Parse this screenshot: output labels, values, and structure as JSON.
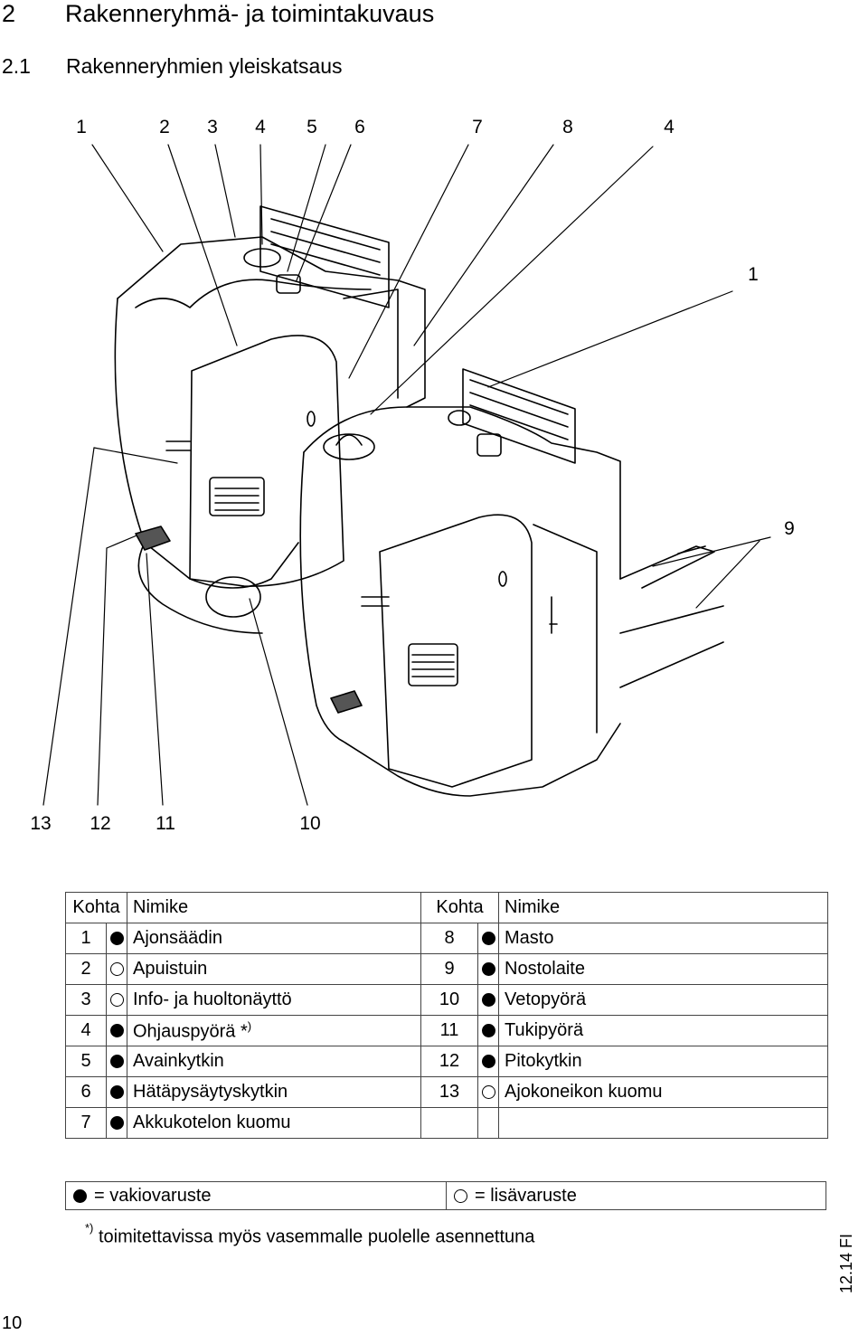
{
  "heading": {
    "number": "2",
    "title": "Rakenneryhmä- ja toimintakuvaus"
  },
  "subheading": {
    "number": "2.1",
    "title": "Rakenneryhmien yleiskatsaus"
  },
  "figure": {
    "callouts_top": [
      "1",
      "2",
      "3",
      "4",
      "5",
      "6",
      "7",
      "8",
      "4"
    ],
    "callouts_right": [
      "1",
      "9"
    ],
    "callouts_bottom": [
      "13",
      "12",
      "11",
      "10"
    ]
  },
  "table": {
    "headers": [
      "Kohta",
      "Nimike",
      "Kohta",
      "Nimike"
    ],
    "rows": [
      {
        "left": {
          "num": "1",
          "standard": true,
          "name": "Ajonsäädin"
        },
        "right": {
          "num": "8",
          "standard": true,
          "name": "Masto"
        }
      },
      {
        "left": {
          "num": "2",
          "standard": false,
          "name": "Apuistuin"
        },
        "right": {
          "num": "9",
          "standard": true,
          "name": "Nostolaite"
        }
      },
      {
        "left": {
          "num": "3",
          "standard": false,
          "name": "Info- ja huoltonäyttö"
        },
        "right": {
          "num": "10",
          "standard": true,
          "name": "Vetopyörä"
        }
      },
      {
        "left": {
          "num": "4",
          "standard": true,
          "name": "Ohjauspyörä *",
          "sup": ")"
        },
        "right": {
          "num": "11",
          "standard": true,
          "name": "Tukipyörä"
        }
      },
      {
        "left": {
          "num": "5",
          "standard": true,
          "name": "Avainkytkin"
        },
        "right": {
          "num": "12",
          "standard": true,
          "name": "Pitokytkin"
        }
      },
      {
        "left": {
          "num": "6",
          "standard": true,
          "name": "Hätäpysäytyskytkin"
        },
        "right": {
          "num": "13",
          "standard": false,
          "name": "Ajokoneikon kuomu"
        }
      },
      {
        "left": {
          "num": "7",
          "standard": true,
          "name": "Akkukotelon kuomu"
        },
        "right": null
      }
    ]
  },
  "legend": {
    "standard": "= vakiovaruste",
    "optional": "= lisävaruste"
  },
  "footnote": {
    "mark": "*)",
    "text": "toimitettavissa myös vasemmalle puolelle asennettuna"
  },
  "date": "12.14 FI",
  "page_number": "10"
}
